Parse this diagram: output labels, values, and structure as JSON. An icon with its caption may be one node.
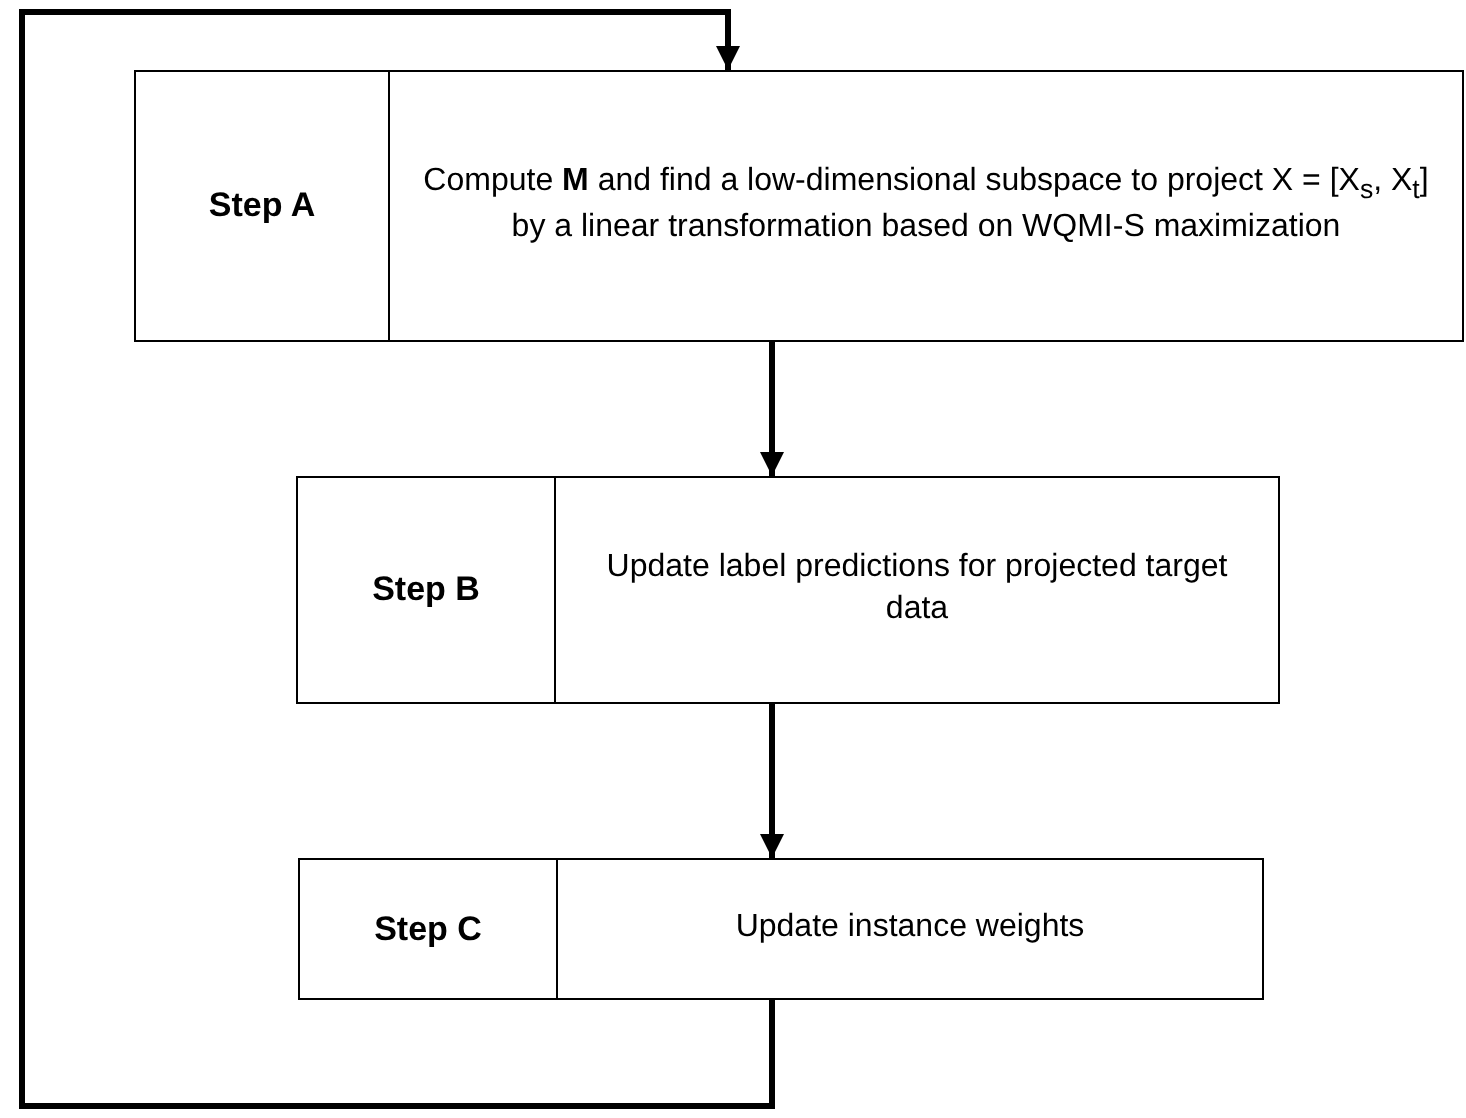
{
  "diagram": {
    "nodes": [
      {
        "text": [
          "Step A",
          "Compute **M** and find a low-dimensional subspace to project X = [X$_{s}$, X$_{t}$] by a linear transformation based on WQMI-S maximization"
        ]
      },
      {
        "text": [
          "Step B",
          "Update label predictions for projected target data"
        ]
      },
      {
        "text": [
          "Step C",
          "Update instance weights"
        ]
      }
    ],
    "edges": [
      {
        "from": 0,
        "to": 1,
        "arrow": "to"
      },
      {
        "from": 1,
        "to": 2,
        "arrow": "to"
      },
      {
        "from": 2,
        "to": 0,
        "arrow": "to"
      }
    ]
  }
}
